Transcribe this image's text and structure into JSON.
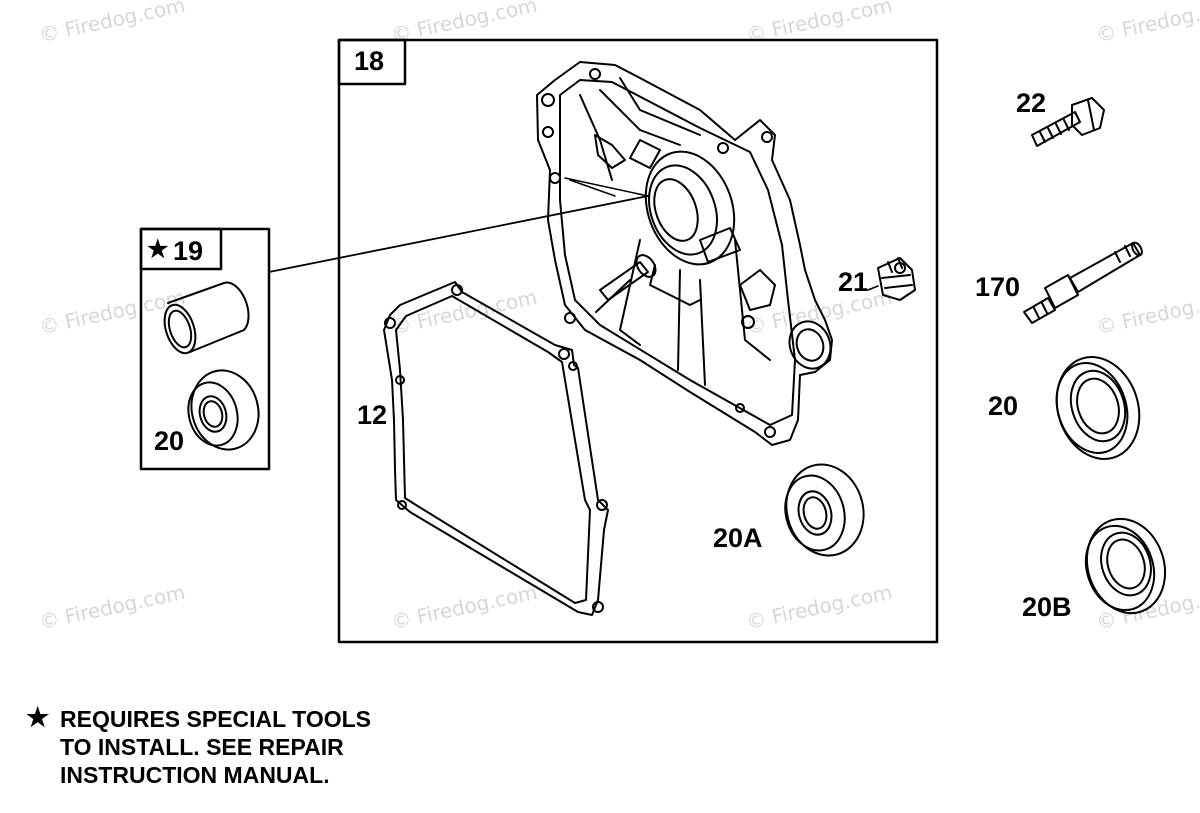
{
  "watermark": {
    "copyright_glyph": "©",
    "text": "Firedog.com"
  },
  "callouts": {
    "part_18": "18",
    "part_19": "19",
    "part_19_star": "★",
    "part_20_kit": "20",
    "part_12": "12",
    "part_21": "21",
    "part_20A": "20A",
    "part_22": "22",
    "part_170": "170",
    "part_20": "20",
    "part_20B": "20B"
  },
  "note": {
    "star": "★",
    "lines": [
      "REQUIRES SPECIAL TOOLS",
      "TO INSTALL.  SEE REPAIR",
      "INSTRUCTION MANUAL."
    ]
  },
  "colors": {
    "ink": "#000000",
    "watermark": "#d6d6d6",
    "background": "#ffffff"
  }
}
